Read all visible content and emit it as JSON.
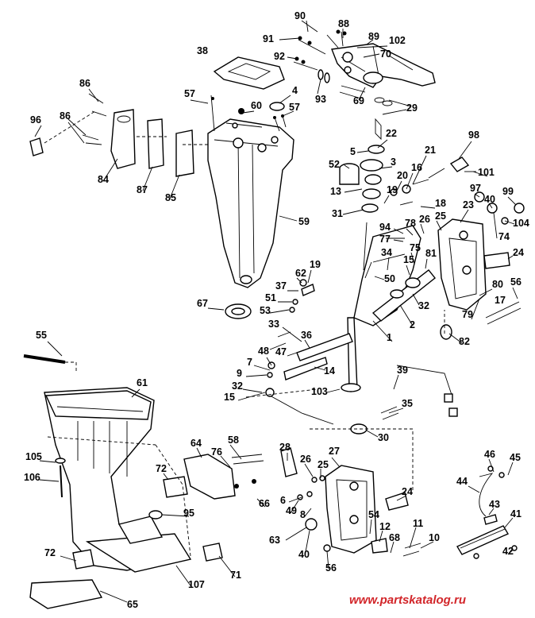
{
  "watermark": "www.partskatalog.ru",
  "callouts": [
    {
      "id": "c90",
      "text": "90"
    },
    {
      "id": "c88",
      "text": "88"
    },
    {
      "id": "c91",
      "text": "91"
    },
    {
      "id": "c89",
      "text": "89"
    },
    {
      "id": "c102",
      "text": "102"
    },
    {
      "id": "c70",
      "text": "70"
    },
    {
      "id": "c92",
      "text": "92"
    },
    {
      "id": "c38",
      "text": "38"
    },
    {
      "id": "c93",
      "text": "93"
    },
    {
      "id": "c69",
      "text": "69"
    },
    {
      "id": "c29",
      "text": "29"
    },
    {
      "id": "c86a",
      "text": "86"
    },
    {
      "id": "c4",
      "text": "4"
    },
    {
      "id": "c57a",
      "text": "57"
    },
    {
      "id": "c60",
      "text": "60"
    },
    {
      "id": "c57b",
      "text": "57"
    },
    {
      "id": "c96",
      "text": "96"
    },
    {
      "id": "c86b",
      "text": "86"
    },
    {
      "id": "c22",
      "text": "22"
    },
    {
      "id": "c98",
      "text": "98"
    },
    {
      "id": "c5",
      "text": "5"
    },
    {
      "id": "c84",
      "text": "84"
    },
    {
      "id": "c87",
      "text": "87"
    },
    {
      "id": "c85",
      "text": "85"
    },
    {
      "id": "c52",
      "text": "52"
    },
    {
      "id": "c3",
      "text": "3"
    },
    {
      "id": "c21",
      "text": "21"
    },
    {
      "id": "c16",
      "text": "16"
    },
    {
      "id": "c20",
      "text": "20"
    },
    {
      "id": "c101",
      "text": "101"
    },
    {
      "id": "c13",
      "text": "13"
    },
    {
      "id": "c19a",
      "text": "19"
    },
    {
      "id": "c97",
      "text": "97"
    },
    {
      "id": "c40a",
      "text": "40"
    },
    {
      "id": "c99",
      "text": "99"
    },
    {
      "id": "c18",
      "text": "18"
    },
    {
      "id": "c23",
      "text": "23"
    },
    {
      "id": "c104",
      "text": "104"
    },
    {
      "id": "c31",
      "text": "31"
    },
    {
      "id": "c94",
      "text": "94"
    },
    {
      "id": "c78",
      "text": "78"
    },
    {
      "id": "c26a",
      "text": "26"
    },
    {
      "id": "c25a",
      "text": "25"
    },
    {
      "id": "c74",
      "text": "74"
    },
    {
      "id": "c59",
      "text": "59"
    },
    {
      "id": "c77",
      "text": "77"
    },
    {
      "id": "c75",
      "text": "75"
    },
    {
      "id": "c34",
      "text": "34"
    },
    {
      "id": "c15a",
      "text": "15"
    },
    {
      "id": "c81",
      "text": "81"
    },
    {
      "id": "c24a",
      "text": "24"
    },
    {
      "id": "c62",
      "text": "62"
    },
    {
      "id": "c19b",
      "text": "19"
    },
    {
      "id": "c50",
      "text": "50"
    },
    {
      "id": "c37",
      "text": "37"
    },
    {
      "id": "c80",
      "text": "80"
    },
    {
      "id": "c56a",
      "text": "56"
    },
    {
      "id": "c51",
      "text": "51"
    },
    {
      "id": "c32a",
      "text": "32"
    },
    {
      "id": "c17",
      "text": "17"
    },
    {
      "id": "c67",
      "text": "67"
    },
    {
      "id": "c53",
      "text": "53"
    },
    {
      "id": "c79",
      "text": "79"
    },
    {
      "id": "c2",
      "text": "2"
    },
    {
      "id": "c33",
      "text": "33"
    },
    {
      "id": "c36",
      "text": "36"
    },
    {
      "id": "c1",
      "text": "1"
    },
    {
      "id": "c82",
      "text": "82"
    },
    {
      "id": "c55",
      "text": "55"
    },
    {
      "id": "c47",
      "text": "47"
    },
    {
      "id": "c48",
      "text": "48"
    },
    {
      "id": "c7",
      "text": "7"
    },
    {
      "id": "c14",
      "text": "14"
    },
    {
      "id": "c39",
      "text": "39"
    },
    {
      "id": "c9",
      "text": "9"
    },
    {
      "id": "c61",
      "text": "61"
    },
    {
      "id": "c32b",
      "text": "32"
    },
    {
      "id": "c103",
      "text": "103"
    },
    {
      "id": "c15b",
      "text": "15"
    },
    {
      "id": "c35",
      "text": "35"
    },
    {
      "id": "c30",
      "text": "30"
    },
    {
      "id": "c64",
      "text": "64"
    },
    {
      "id": "c58",
      "text": "58"
    },
    {
      "id": "c28",
      "text": "28"
    },
    {
      "id": "c27",
      "text": "27"
    },
    {
      "id": "c76",
      "text": "76"
    },
    {
      "id": "c105",
      "text": "105"
    },
    {
      "id": "c26b",
      "text": "26"
    },
    {
      "id": "c25b",
      "text": "25"
    },
    {
      "id": "c46",
      "text": "46"
    },
    {
      "id": "c45",
      "text": "45"
    },
    {
      "id": "c72a",
      "text": "72"
    },
    {
      "id": "c106",
      "text": "106"
    },
    {
      "id": "c44",
      "text": "44"
    },
    {
      "id": "c66",
      "text": "66"
    },
    {
      "id": "c6",
      "text": "6"
    },
    {
      "id": "c24b",
      "text": "24"
    },
    {
      "id": "c43",
      "text": "43"
    },
    {
      "id": "c49",
      "text": "49"
    },
    {
      "id": "c95",
      "text": "95"
    },
    {
      "id": "c8",
      "text": "8"
    },
    {
      "id": "c41",
      "text": "41"
    },
    {
      "id": "c54",
      "text": "54"
    },
    {
      "id": "c12",
      "text": "12"
    },
    {
      "id": "c11",
      "text": "11"
    },
    {
      "id": "c63",
      "text": "63"
    },
    {
      "id": "c10",
      "text": "10"
    },
    {
      "id": "c68",
      "text": "68"
    },
    {
      "id": "c40b",
      "text": "40"
    },
    {
      "id": "c42",
      "text": "42"
    },
    {
      "id": "c72b",
      "text": "72"
    },
    {
      "id": "c56b",
      "text": "56"
    },
    {
      "id": "c71",
      "text": "71"
    },
    {
      "id": "c107",
      "text": "107"
    },
    {
      "id": "c65",
      "text": "65"
    }
  ]
}
